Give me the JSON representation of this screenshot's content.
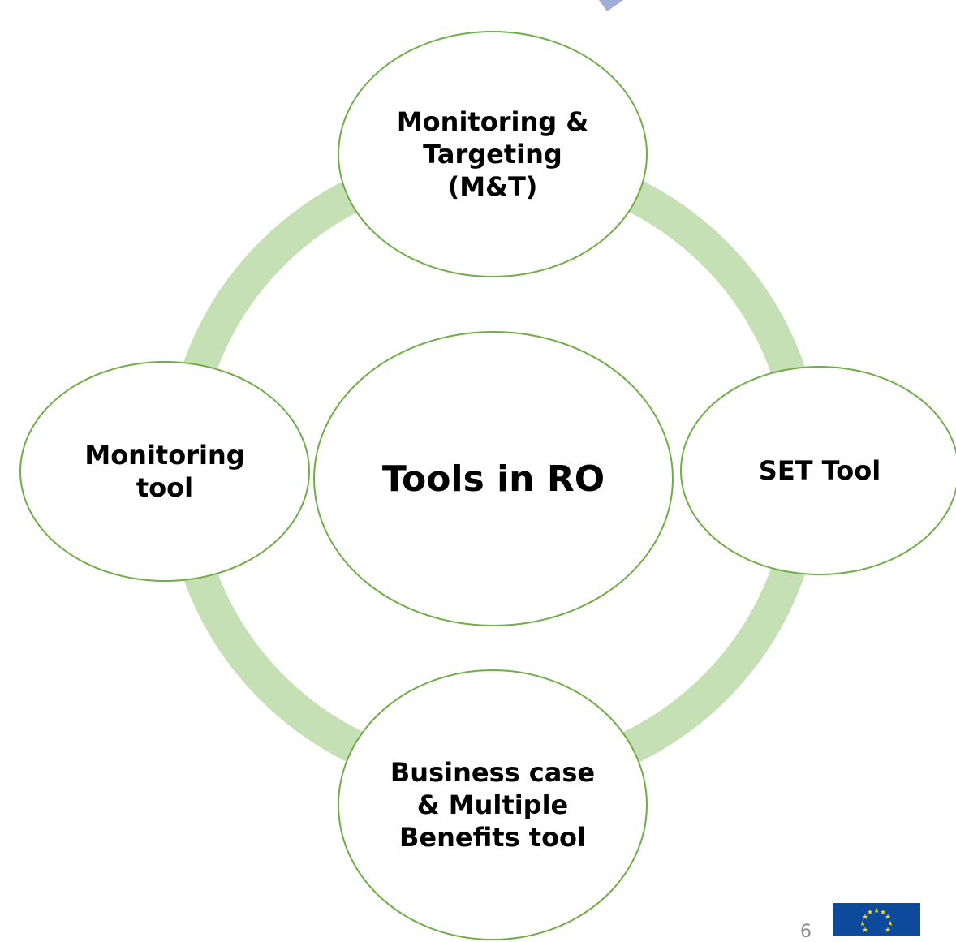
{
  "diagram": {
    "center": "Tools in RO",
    "nodes": {
      "top": "Monitoring &\nTargeting\n(M&T)",
      "left": "Monitoring\ntool",
      "right": "SET Tool",
      "bottom": "Business case\n& Multiple\nBenefits tool"
    }
  },
  "footer": {
    "page_number": "6"
  },
  "colors": {
    "ring": "#C5E0B4",
    "node_border": "#70AD47",
    "arrow": "#8E9FD0",
    "eu_blue": "#0E4A9B",
    "eu_star": "#FFDD00"
  },
  "icons": {
    "logo": "eu-flag-icon",
    "decoration": "arrow-tip-icon"
  }
}
